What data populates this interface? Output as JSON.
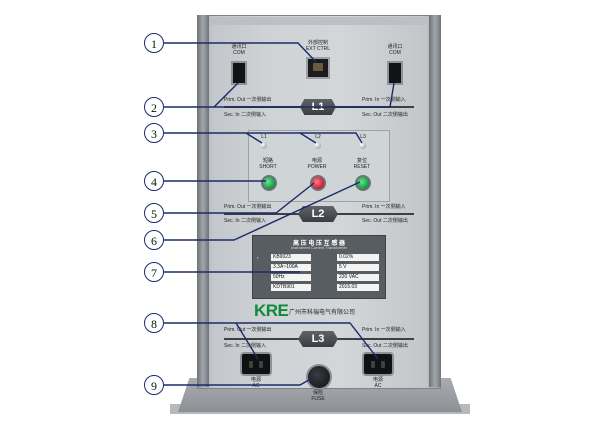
{
  "callouts": [
    "1",
    "2",
    "3",
    "4",
    "5",
    "6",
    "7",
    "8",
    "9"
  ],
  "sections": {
    "l1": "L1",
    "l2": "L2",
    "l3": "L3"
  },
  "top": {
    "ext_ctrl_cn": "外部控制",
    "ext_ctrl_en": "EXT CTRL",
    "com_left_cn": "通讯口",
    "com_left_en": "COM",
    "com_right_cn": "通讯口",
    "com_right_en": "COM"
  },
  "wiring": {
    "prim_out": "Prim. Out",
    "prim_out_cn": "一次侧输出",
    "prim_in": "Prim. In",
    "prim_in_cn": "一次侧输入",
    "sec_in": "Sec. In",
    "sec_in_cn": "二次侧输入",
    "sec_out": "Sec. Out",
    "sec_out_cn": "二次侧输出"
  },
  "lamps": {
    "l1": "L1",
    "l2": "L2",
    "l3": "L3",
    "short_cn": "短路",
    "short": "SHORT",
    "power_cn": "电源",
    "power": "POWER",
    "reset_cn": "复位",
    "reset": "RESET"
  },
  "nameplate": {
    "title": "高 压 电 压 互 感 器",
    "subtitle": "Instrument Current Transformer",
    "left_values": [
      "KB9023",
      "3.3A~100A",
      "50Hz",
      "KDTB901"
    ],
    "right_values": [
      "0.02%",
      "5 V",
      "220 VAC",
      "2015.03"
    ]
  },
  "brand": "KRE",
  "company": "广州市科瑞电气有限公司",
  "bottom": {
    "ac_left_cn": "电源",
    "ac_left": "AC",
    "fuse_cn": "保险",
    "fuse": "FUSE",
    "ac_right_cn": "电源",
    "ac_right": "AC"
  },
  "colors": {
    "brand": "#0e8a3a",
    "callout_line": "#1b2c6b",
    "led_green": "#1aa64a",
    "led_red": "#d42a3a"
  }
}
